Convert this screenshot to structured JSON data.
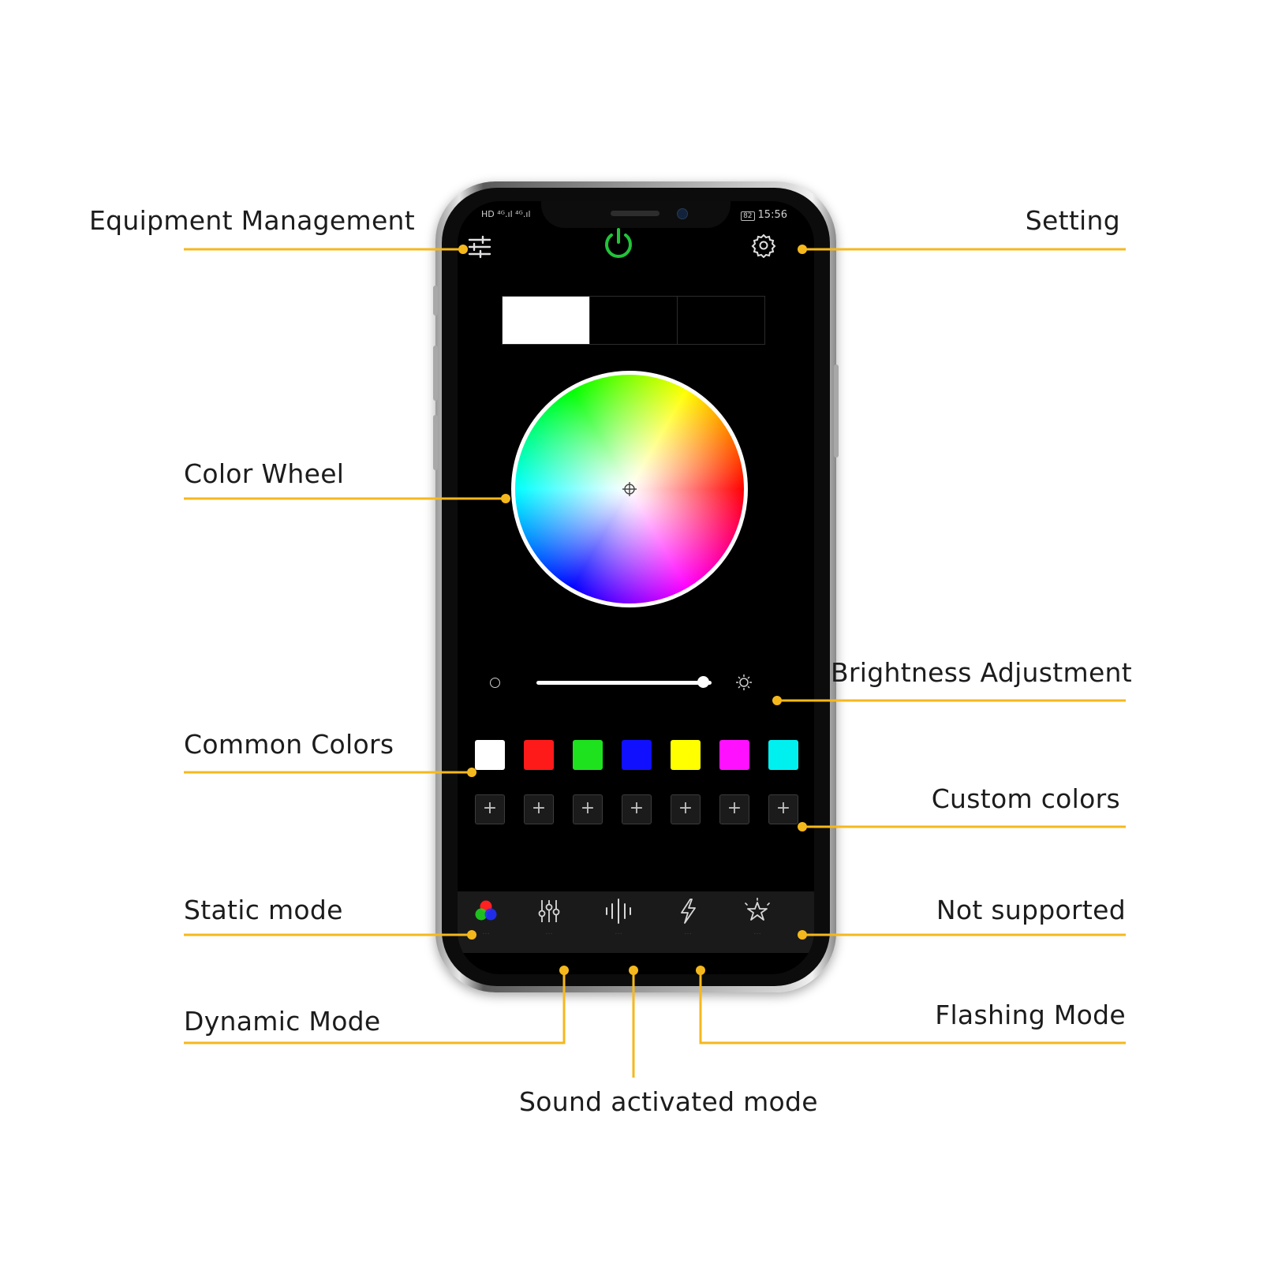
{
  "callouts": {
    "equipment_management": "Equipment Management",
    "setting": "Setting",
    "color_wheel": "Color Wheel",
    "brightness_adjustment": "Brightness Adjustment",
    "common_colors": "Common Colors",
    "custom_colors": "Custom colors",
    "static_mode": "Static mode",
    "not_supported": "Not supported",
    "dynamic_mode": "Dynamic Mode",
    "flashing_mode": "Flashing Mode",
    "sound_activated_mode": "Sound activated mode"
  },
  "status_bar": {
    "left": "HD ⁴ᴳ.ıl ⁴ᴳ.ıl",
    "battery": "82",
    "time": "15:56"
  },
  "header": {
    "left_icon": "sliders-icon",
    "center_icon": "power-icon",
    "right_icon": "gear-icon",
    "power_color": "#22c33a"
  },
  "segmented_control": {
    "selected_index": 0,
    "segment_count": 3
  },
  "brightness": {
    "level": 0.95
  },
  "common_colors": [
    "#ffffff",
    "#ff1a1a",
    "#1fe21f",
    "#1010ff",
    "#ffff00",
    "#ff10ff",
    "#00f0f0"
  ],
  "custom_colors": {
    "slot_label": "+",
    "count": 7
  },
  "tabs": [
    {
      "id": "static",
      "icon": "rgb-circles-icon",
      "label": "..."
    },
    {
      "id": "dynamic",
      "icon": "mixer-icon",
      "label": "..."
    },
    {
      "id": "sound",
      "icon": "sound-wave-icon",
      "label": "..."
    },
    {
      "id": "flashing",
      "icon": "lightning-icon",
      "label": "..."
    },
    {
      "id": "not-supported",
      "icon": "star-burst-icon",
      "label": "..."
    }
  ],
  "colors": {
    "callout_line": "#f5b81c",
    "screen_bg": "#000000"
  }
}
